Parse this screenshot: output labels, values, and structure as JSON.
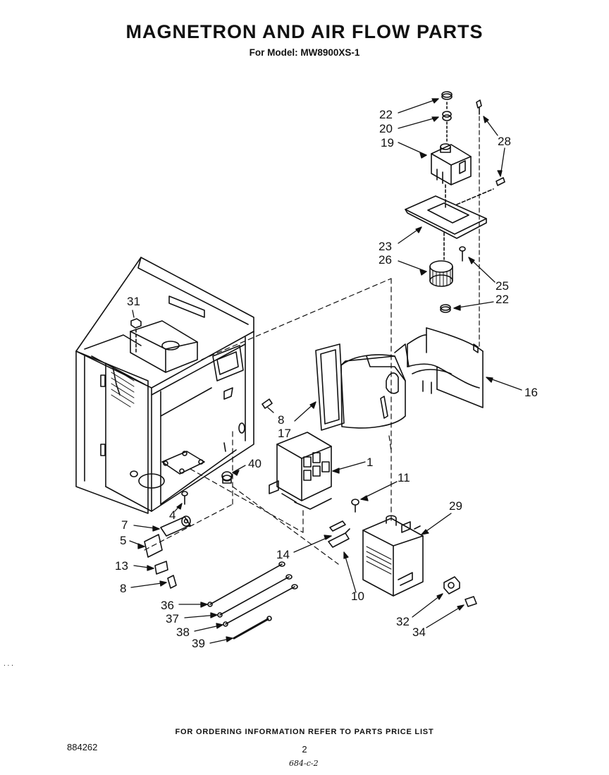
{
  "header": {
    "title": "MAGNETRON AND AIR FLOW PARTS",
    "subtitle": "For Model: MW8900XS-1"
  },
  "footer": {
    "ordering_note": "FOR ORDERING INFORMATION REFER TO PARTS PRICE LIST",
    "doc_number": "884262",
    "page_number": "2",
    "handwritten_note": "684-c-2",
    "margin_mark": ". . ."
  },
  "callouts": {
    "c1": "1",
    "c4": "4",
    "c5": "5",
    "c7": "7",
    "c8a": "8",
    "c8b": "8",
    "c10": "10",
    "c11": "11",
    "c13": "13",
    "c14": "14",
    "c16": "16",
    "c17": "17",
    "c19": "19",
    "c20": "20",
    "c22a": "22",
    "c22b": "22",
    "c23": "23",
    "c25": "25",
    "c26": "26",
    "c28": "28",
    "c29": "29",
    "c31": "31",
    "c32": "32",
    "c34": "34",
    "c36": "36",
    "c37": "37",
    "c38": "38",
    "c39": "39",
    "c40": "40"
  }
}
